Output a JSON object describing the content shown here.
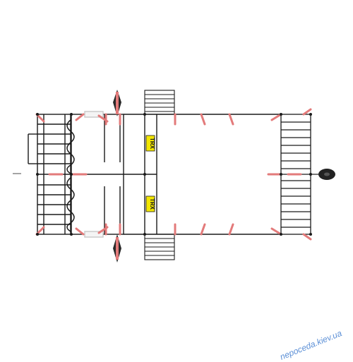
{
  "image": {
    "subject": "workout-complex-top-view",
    "colors": {
      "frame": "#1a1a1a",
      "bars": "#e37a7a",
      "panel": "#f2e600",
      "background": "#ffffff",
      "watermark": "#5b8fd6"
    }
  },
  "trx_panels": [
    {
      "label": "TRX"
    },
    {
      "label": "TRX"
    }
  ],
  "watermark": {
    "text": "nepoceda.kiev.ua"
  }
}
